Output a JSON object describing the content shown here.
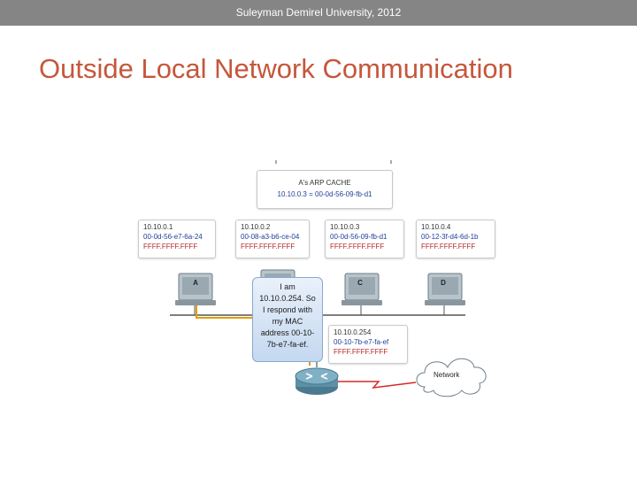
{
  "header": {
    "text": "Suleyman Demirel University, 2012"
  },
  "slide": {
    "title": "Outside Local Network Communication"
  },
  "diagram": {
    "arp_cache": {
      "heading": "A's ARP CACHE",
      "entry": "10.10.0.3 = 00-0d-56-09-fb-d1"
    },
    "hosts": [
      {
        "label": "A",
        "ip": "10.10.0.1",
        "mac": "00-0d-56-e7-6a-24",
        "broadcast": "FFFF.FFFF.FFFF"
      },
      {
        "label": "",
        "ip": "10.10.0.2",
        "mac": "00-08-a3-b6-ce-04",
        "broadcast": "FFFF.FFFF.FFFF"
      },
      {
        "label": "C",
        "ip": "10.10.0.3",
        "mac": "00-0d-56-09-fb-d1",
        "broadcast": "FFFF.FFFF.FFFF"
      },
      {
        "label": "D",
        "ip": "10.10.0.4",
        "mac": "00-12-3f-d4-6d-1b",
        "broadcast": "FFFF.FFFF.FFFF"
      }
    ],
    "router": {
      "ip": "10.10.0.254",
      "mac": "00-10-7b-e7-fa-ef",
      "broadcast": "FFFF.FFFF.FFFF"
    },
    "bubble_lines": [
      "I am",
      "10.10.0.254. So",
      "I respond with",
      "my MAC",
      "address 00-10-",
      "7b-e7-fa-ef."
    ],
    "network_label": "Network",
    "colors": {
      "mac": "#1f3f99",
      "broadcast": "#b42a2a",
      "link": "#d42a2a",
      "path": "#e0a000"
    }
  }
}
